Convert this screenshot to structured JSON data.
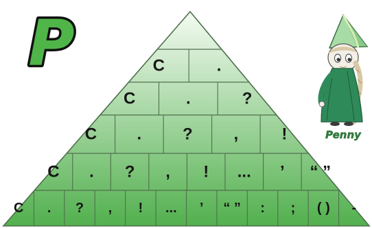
{
  "logo": {
    "letter": "P",
    "fill": "#4fb548",
    "outline": "#111111"
  },
  "character": {
    "name": "Penny",
    "label_color": "#2f7f3b",
    "hat_color": "#9fd8a0",
    "dress_color": "#2f8a5a"
  },
  "pyramid": {
    "top_color": "#f4fbf2",
    "bottom_color": "#52b04e",
    "line_color": "#4f6f4d",
    "rows": [
      [
        "C",
        "."
      ],
      [
        "C",
        ".",
        "?"
      ],
      [
        "C",
        ".",
        "?",
        ",",
        "!"
      ],
      [
        "C",
        ".",
        "?",
        ",",
        "!",
        "...",
        "’",
        "“ ”"
      ],
      [
        "C",
        ".",
        "?",
        ",",
        "!",
        "...",
        "’",
        "“ ”",
        ":",
        ";",
        "( )",
        "-"
      ]
    ]
  }
}
